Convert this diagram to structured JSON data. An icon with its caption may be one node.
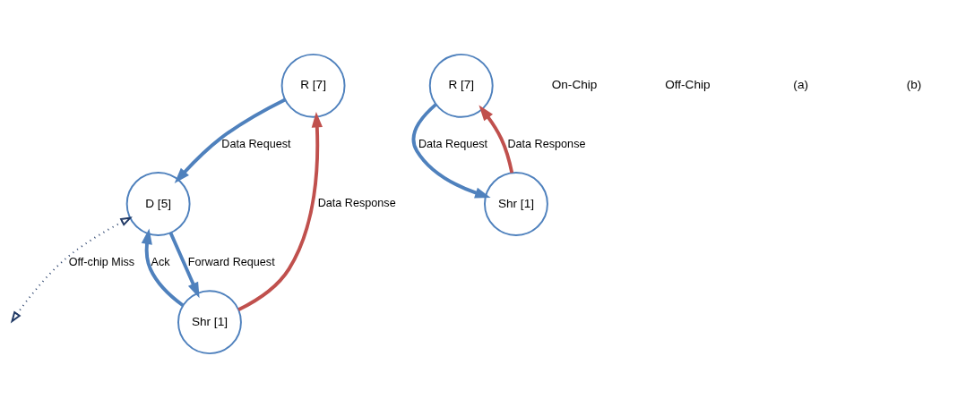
{
  "diagram": {
    "nodes": [
      {
        "text": [
          "R [7]"
        ]
      },
      {
        "text": [
          "Shr [1]"
        ]
      },
      {
        "text": [
          "D [5]"
        ]
      },
      {
        "text": [
          "R [7]"
        ]
      },
      {
        "text": [
          "Shr [1]"
        ]
      }
    ],
    "edges": [
      {
        "from": 1,
        "to": 0,
        "arrow": "to",
        "label": "Data Response",
        "color": "#c0504d"
      },
      {
        "from": 0,
        "to": 2,
        "arrow": "to",
        "label": "Data Request"
      },
      {
        "from": 2,
        "to": 1,
        "arrow": "to",
        "label": "Forward Request"
      },
      {
        "from": 1,
        "to": 2,
        "arrow": "to",
        "label": "Ack"
      },
      {
        "from": 2,
        "to": null,
        "arrow": "both",
        "label": "Off-chip Miss",
        "style": "dashed",
        "color": "#1f3864"
      },
      {
        "from": 4,
        "to": 3,
        "arrow": "to",
        "label": "Data Response",
        "color": "#c0504d"
      },
      {
        "from": 3,
        "to": 4,
        "arrow": "to",
        "label": "Data Request"
      }
    ],
    "labels": [
      "On-Chip",
      "Off-Chip",
      "(a)",
      "(b)"
    ]
  }
}
